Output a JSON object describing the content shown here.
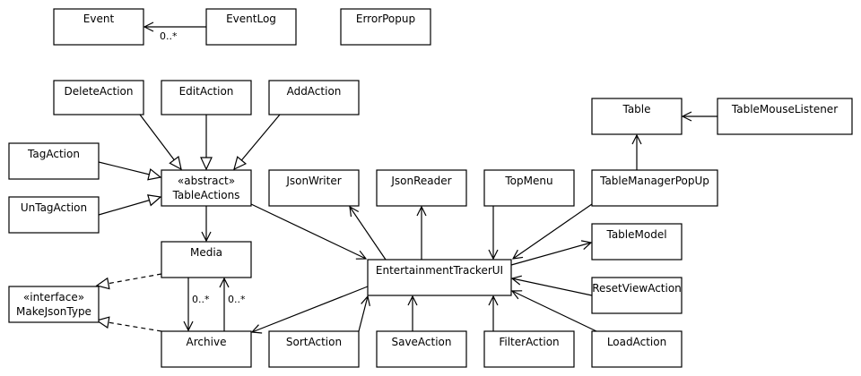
{
  "classes": {
    "event": {
      "lines": [
        "Event"
      ]
    },
    "eventlog": {
      "lines": [
        "EventLog"
      ]
    },
    "errorpopup": {
      "lines": [
        "ErrorPopup"
      ]
    },
    "deleteaction": {
      "lines": [
        "DeleteAction"
      ]
    },
    "editaction": {
      "lines": [
        "EditAction"
      ]
    },
    "addaction": {
      "lines": [
        "AddAction"
      ]
    },
    "table": {
      "lines": [
        "Table"
      ]
    },
    "tablemouselistener": {
      "lines": [
        "TableMouseListener"
      ]
    },
    "tagaction": {
      "lines": [
        "TagAction"
      ]
    },
    "untagaction": {
      "lines": [
        "UnTagAction"
      ]
    },
    "tableactions": {
      "lines": [
        "«abstract»",
        "TableActions"
      ]
    },
    "jsonwriter": {
      "lines": [
        "JsonWriter"
      ]
    },
    "jsonreader": {
      "lines": [
        "JsonReader"
      ]
    },
    "topmenu": {
      "lines": [
        "TopMenu"
      ]
    },
    "tablemanagerpopup": {
      "lines": [
        "TableManagerPopUp"
      ]
    },
    "media": {
      "lines": [
        "Media"
      ]
    },
    "tablemodel": {
      "lines": [
        "TableModel"
      ]
    },
    "makejsontype": {
      "lines": [
        "«interface»",
        "MakeJsonType"
      ]
    },
    "entertainmenttrackerui": {
      "lines": [
        "EntertainmentTrackerUI"
      ]
    },
    "resetviewaction": {
      "lines": [
        "ResetViewAction"
      ]
    },
    "archive": {
      "lines": [
        "Archive"
      ]
    },
    "sortaction": {
      "lines": [
        "SortAction"
      ]
    },
    "saveaction": {
      "lines": [
        "SaveAction"
      ]
    },
    "filteraction": {
      "lines": [
        "FilterAction"
      ]
    },
    "loadaction": {
      "lines": [
        "LoadAction"
      ]
    }
  },
  "multiplicities": {
    "eventlog_event": "0..*",
    "archive_media_left": "0..*",
    "archive_media_right": "0..*"
  },
  "relationships": [
    {
      "from": "eventlog",
      "to": "event",
      "type": "association"
    },
    {
      "from": "deleteaction",
      "to": "tableactions",
      "type": "generalization"
    },
    {
      "from": "editaction",
      "to": "tableactions",
      "type": "generalization"
    },
    {
      "from": "addaction",
      "to": "tableactions",
      "type": "generalization"
    },
    {
      "from": "tagaction",
      "to": "tableactions",
      "type": "generalization"
    },
    {
      "from": "untagaction",
      "to": "tableactions",
      "type": "generalization"
    },
    {
      "from": "tableactions",
      "to": "media",
      "type": "association"
    },
    {
      "from": "tableactions",
      "to": "entertainmenttrackerui",
      "type": "association"
    },
    {
      "from": "media",
      "to": "makejsontype",
      "type": "realization"
    },
    {
      "from": "archive",
      "to": "makejsontype",
      "type": "realization"
    },
    {
      "from": "media",
      "to": "archive",
      "type": "association"
    },
    {
      "from": "archive",
      "to": "media",
      "type": "association"
    },
    {
      "from": "entertainmenttrackerui",
      "to": "jsonwriter",
      "type": "association"
    },
    {
      "from": "entertainmenttrackerui",
      "to": "jsonreader",
      "type": "association"
    },
    {
      "from": "topmenu",
      "to": "entertainmenttrackerui",
      "type": "association"
    },
    {
      "from": "tablemanagerpopup",
      "to": "entertainmenttrackerui",
      "type": "association"
    },
    {
      "from": "tablemanagerpopup",
      "to": "table",
      "type": "association"
    },
    {
      "from": "tablemouselistener",
      "to": "table",
      "type": "association"
    },
    {
      "from": "entertainmenttrackerui",
      "to": "tablemodel",
      "type": "association"
    },
    {
      "from": "resetviewaction",
      "to": "entertainmenttrackerui",
      "type": "association"
    },
    {
      "from": "loadaction",
      "to": "entertainmenttrackerui",
      "type": "association"
    },
    {
      "from": "filteraction",
      "to": "entertainmenttrackerui",
      "type": "association"
    },
    {
      "from": "saveaction",
      "to": "entertainmenttrackerui",
      "type": "association"
    },
    {
      "from": "sortaction",
      "to": "entertainmenttrackerui",
      "type": "association"
    },
    {
      "from": "entertainmenttrackerui",
      "to": "archive",
      "type": "association"
    }
  ]
}
